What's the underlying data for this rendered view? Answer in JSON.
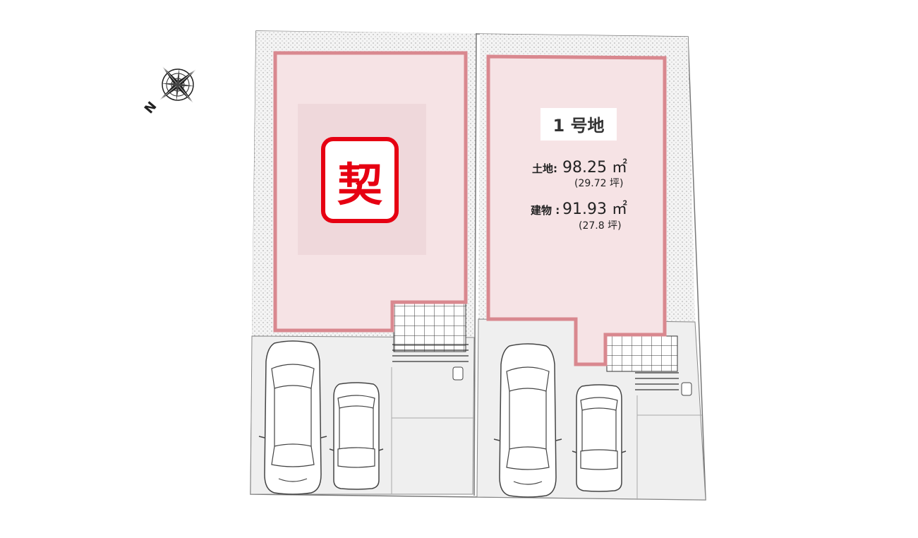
{
  "compass": {
    "north_label": "N"
  },
  "lot_left": {
    "contract_mark": "契",
    "mark_color": "#e60012"
  },
  "lot_right": {
    "lot_label": "1 号地",
    "land_label": "土地:",
    "land_area": "98.25 ㎡",
    "land_tsubo": "(29.72 坪)",
    "building_label": "建物 :",
    "building_area": "91.93 ㎡",
    "building_tsubo": "(27.8 坪)"
  },
  "colors": {
    "lot_fill": "#f6e3e5",
    "lot_border": "#d9888f",
    "ground_hatch": "#e9e9e9",
    "parking": "#efefef",
    "outline": "#666666"
  }
}
